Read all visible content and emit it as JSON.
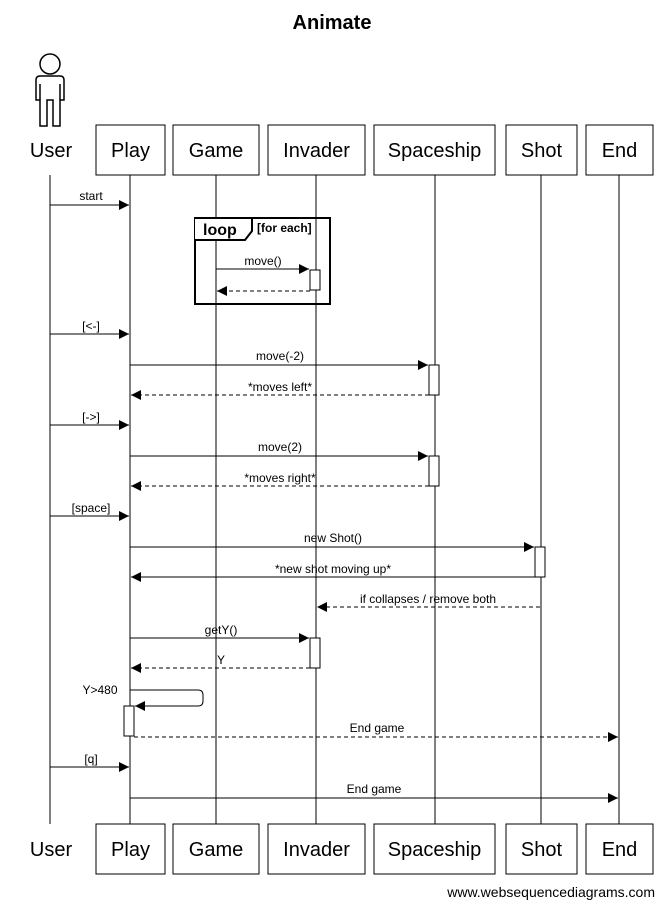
{
  "diagram": {
    "title": "Animate",
    "credit": "www.websequencediagrams.com",
    "participants": [
      {
        "id": "user",
        "label": "User"
      },
      {
        "id": "play",
        "label": "Play"
      },
      {
        "id": "game",
        "label": "Game"
      },
      {
        "id": "invader",
        "label": "Invader"
      },
      {
        "id": "spaceship",
        "label": "Spaceship"
      },
      {
        "id": "shot",
        "label": "Shot"
      },
      {
        "id": "end",
        "label": "End"
      }
    ],
    "loop": {
      "keyword": "loop",
      "condition": "[for each]"
    },
    "messages": [
      {
        "label": "start"
      },
      {
        "label": "move()"
      },
      {
        "label": ""
      },
      {
        "label": "[<-]"
      },
      {
        "label": "move(-2)"
      },
      {
        "label": "*moves left*"
      },
      {
        "label": "[->]"
      },
      {
        "label": "move(2)"
      },
      {
        "label": "*moves right*"
      },
      {
        "label": "[space]"
      },
      {
        "label": "new Shot()"
      },
      {
        "label": "*new shot moving up*"
      },
      {
        "label": "if collapses / remove both"
      },
      {
        "label": "getY()"
      },
      {
        "label": "Y"
      },
      {
        "label": "Y>480"
      },
      {
        "label": "End game"
      },
      {
        "label": "[q]"
      },
      {
        "label": "End game"
      }
    ]
  }
}
